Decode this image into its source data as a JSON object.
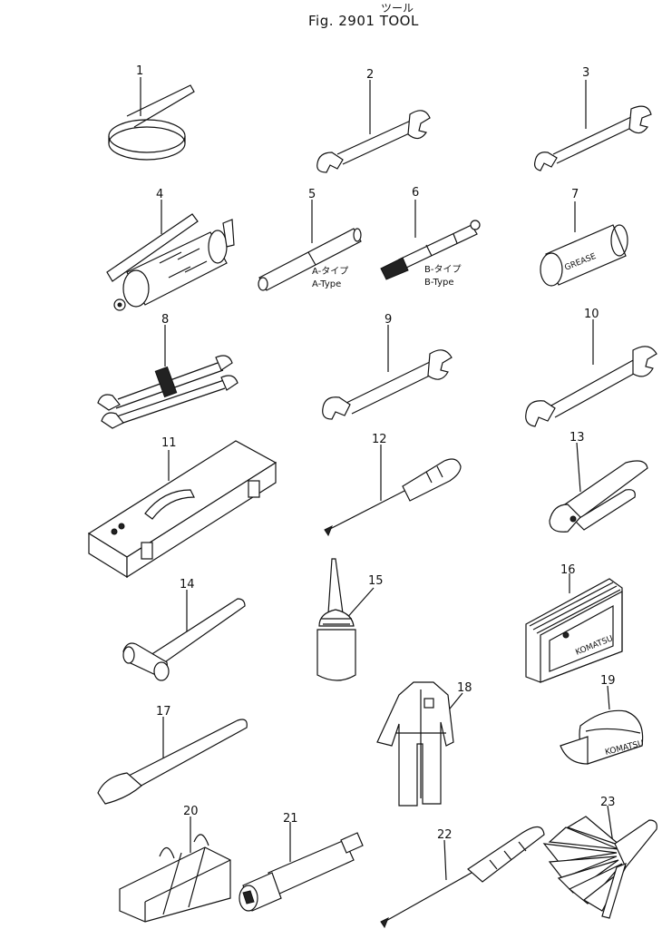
{
  "header": {
    "japanese_title": "ツール",
    "figure_title": "Fig. 2901  TOOL"
  },
  "callouts": [
    "1",
    "2",
    "3",
    "4",
    "5",
    "6",
    "7",
    "8",
    "9",
    "10",
    "11",
    "12",
    "13",
    "14",
    "15",
    "16",
    "17",
    "18",
    "19",
    "20",
    "21",
    "22",
    "23"
  ],
  "labels": {
    "a_type_jp": "A-タイプ",
    "a_type_en": "A-Type",
    "b_type_jp": "B-タイプ",
    "b_type_en": "B-Type",
    "grease": "GREASE",
    "komatsu": "KOMATSU"
  }
}
